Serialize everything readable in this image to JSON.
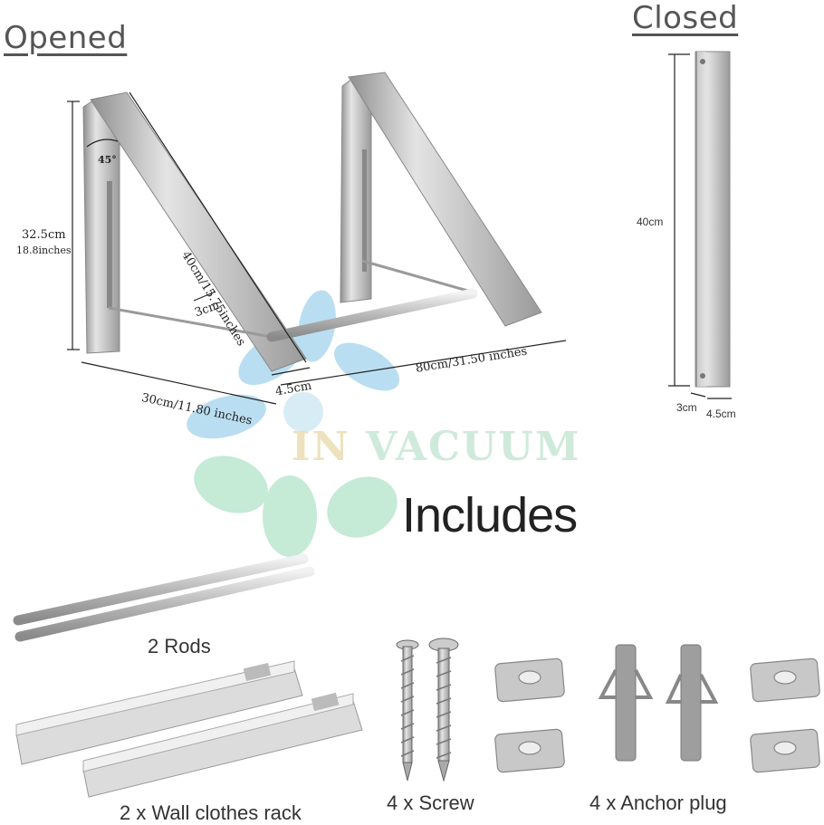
{
  "headings": {
    "opened": "Opened",
    "closed": "Closed",
    "includes": "Includes"
  },
  "opened_dims": {
    "height_cm": "32.5cm",
    "height_in": "18.8inches",
    "angle": "45°",
    "arm": "40cm/15.75inches",
    "rod_gap": "3cm",
    "depth": "30cm/11.80 inches",
    "width_small": "4.5cm",
    "span": "80cm/31.50 inches"
  },
  "closed_dims": {
    "length": "40cm",
    "thickness": "3cm",
    "width": "4.5cm"
  },
  "watermark": {
    "part1": "IN",
    "part2": "VACUUM"
  },
  "items": {
    "rods": "2 Rods",
    "racks": "2 x Wall clothes rack",
    "screws": "4 x Screw",
    "anchors": "4 x Anchor plug"
  },
  "colors": {
    "metal": "#c9c9c9",
    "metal_dark": "#9a9a9a",
    "leaf_blue": "#a9d6ee",
    "leaf_green": "#b7e6cc"
  }
}
